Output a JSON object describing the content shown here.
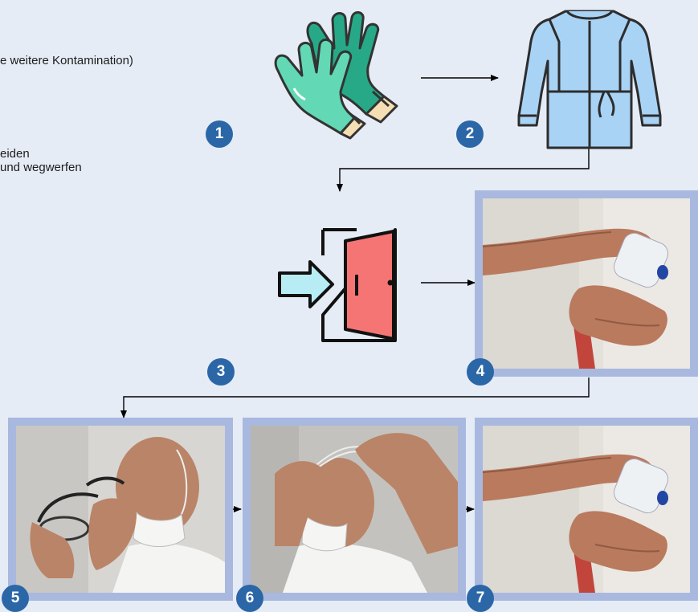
{
  "instructions": {
    "line1": "e weitere Kontamination)",
    "line2": "eiden",
    "line3": " und wegwerfen"
  },
  "steps": [
    {
      "number": "1",
      "icon": "gloves-icon"
    },
    {
      "number": "2",
      "icon": "gown-icon"
    },
    {
      "number": "3",
      "icon": "exit-door-icon"
    },
    {
      "number": "4",
      "icon": "hand-disinfection-photo"
    },
    {
      "number": "5",
      "icon": "remove-goggles-photo"
    },
    {
      "number": "6",
      "icon": "remove-mask-photo"
    },
    {
      "number": "7",
      "icon": "hand-disinfection-photo"
    }
  ],
  "colors": {
    "background": "#e6ecf6",
    "badge": "#2b67a7",
    "photo_frame": "#a9b8de",
    "glove_dark": "#27a988",
    "glove_light": "#62d9b4",
    "gown": "#a9d3f5",
    "door": "#f57575",
    "arrow_fill": "#b8ecf4"
  }
}
